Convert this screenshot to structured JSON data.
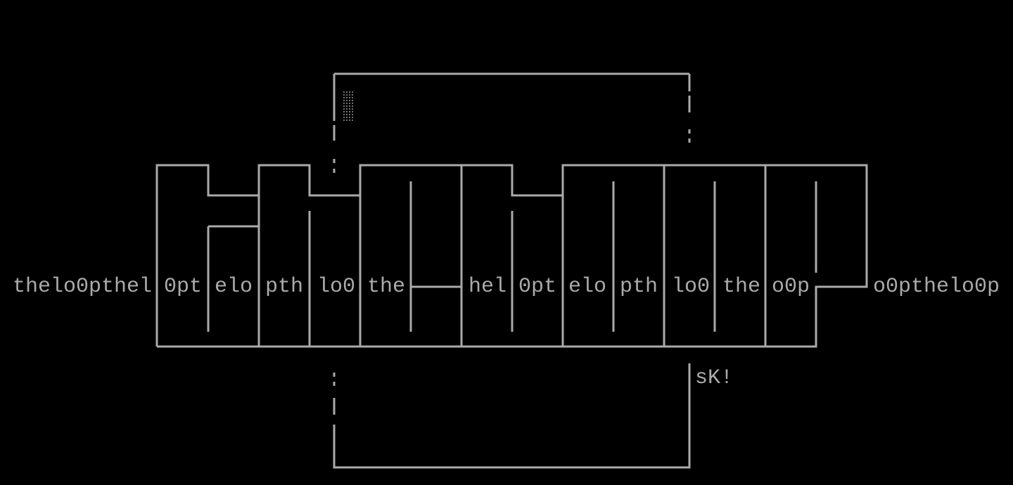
{
  "terminal": {
    "fg_color": "#aaaaaa",
    "bg_color": "#000000",
    "row_text": [
      "thelo0pthel",
      "0pt",
      "elo",
      "pth",
      "lo0",
      "the",
      "hel",
      "0pt",
      "elo",
      "pth",
      "lo0",
      "the",
      "o0p",
      "o0pthelo0p"
    ],
    "lower_label": "sK!"
  }
}
